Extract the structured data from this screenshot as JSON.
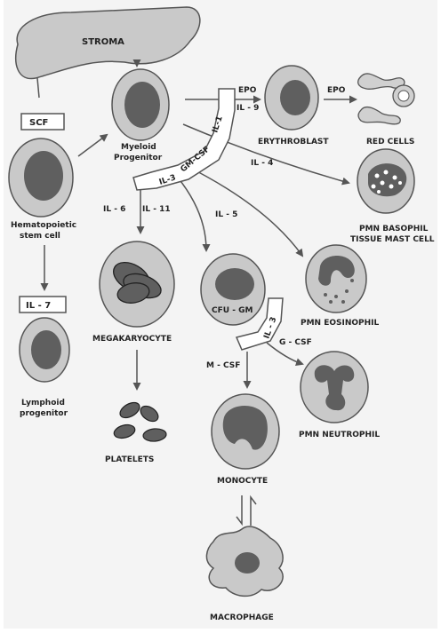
{
  "labels": {
    "stroma": "STROMA",
    "scf": "SCF",
    "myeloid": "Myeloid",
    "progenitor": "Progenitor",
    "hema1": "Hematopoietic",
    "hema2": "stem cell",
    "il7": "IL - 7",
    "lymph1": "Lymphoid",
    "lymph2": "progenitor",
    "epo1": "EPO",
    "il9": "IL - 9",
    "epo2": "EPO",
    "erythroblast": "ERYTHROBLAST",
    "red_cells": "RED CELLS",
    "il1": "IL-1",
    "gmcsf": "GM-CSF",
    "il3a": "IL-3",
    "il4": "IL - 4",
    "pmn_basophil": "PMN BASOPHIL",
    "tissue_mast": "TISSUE MAST CELL",
    "il6": "IL - 6",
    "il11": "IL - 11",
    "il5": "IL - 5",
    "megakaryocyte": "MEGAKARYOCYTE",
    "cfu_gm": "CFU - GM",
    "il3b": "IL - 3",
    "pmn_eosinophil": "PMN EOSINOPHIL",
    "gcsf": "G - CSF",
    "mcsf": "M - CSF",
    "pmn_neutrophil": "PMN NEUTROPHIL",
    "platelets": "PLATELETS",
    "monocyte": "MONOCYTE",
    "macrophage": "MACROPHAGE"
  },
  "colors": {
    "cell_fill": "#c9c9c9",
    "nucleus_fill": "#5f5f5f",
    "outline": "#555555",
    "text": "#222222"
  }
}
